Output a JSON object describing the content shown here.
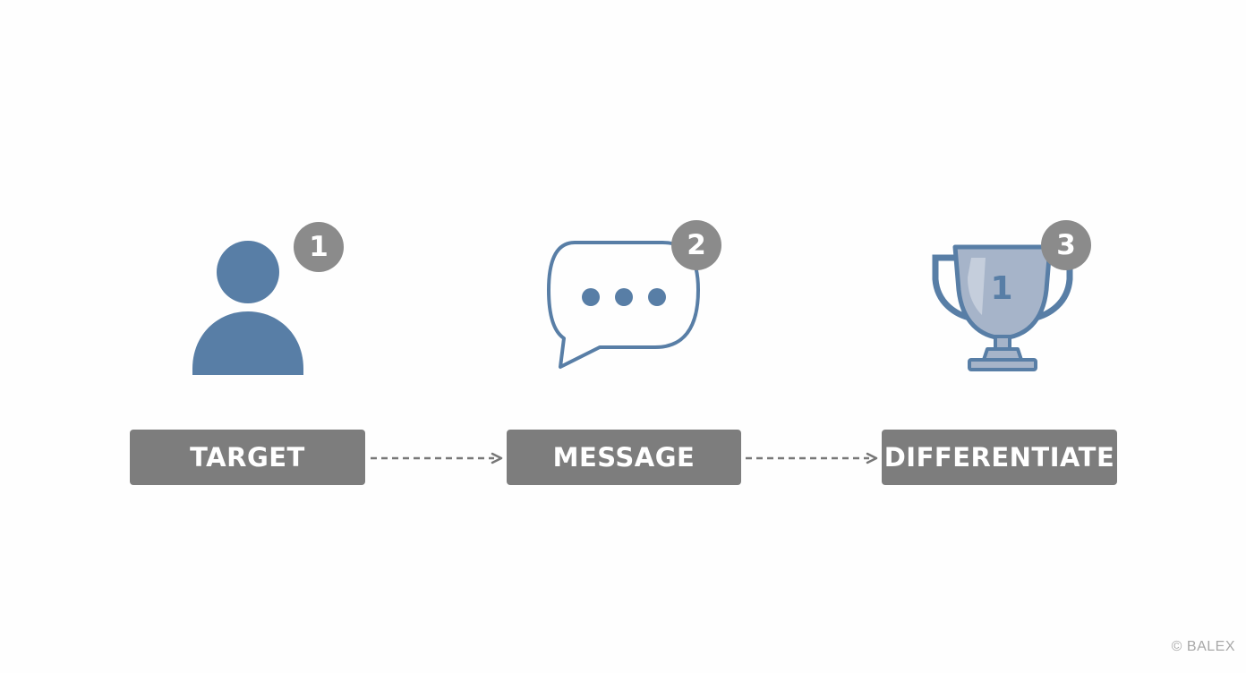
{
  "colors": {
    "icon_blue": "#587ea6",
    "trophy_fill": "#a6b4c9",
    "badge_gray": "#8b8b8b",
    "label_gray": "#7d7d7d",
    "connector_gray": "#777777",
    "watermark_gray": "#a8a8a8",
    "background": "#fefefe"
  },
  "steps": [
    {
      "number": "1",
      "label": "TARGET",
      "icon": "person-icon"
    },
    {
      "number": "2",
      "label": "MESSAGE",
      "icon": "chat-bubble-icon"
    },
    {
      "number": "3",
      "label": "DIFFERENTIATE",
      "icon": "trophy-icon"
    }
  ],
  "trophy_number": "1",
  "watermark": "© BALEX"
}
